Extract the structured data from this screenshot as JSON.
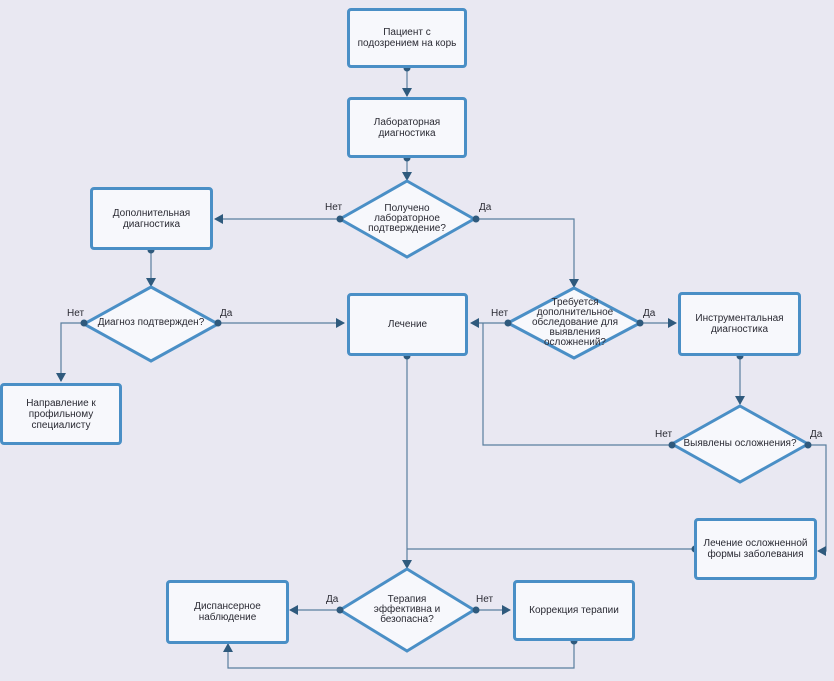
{
  "colors": {
    "stroke": "#4a8fc6",
    "line": "#5a7e9e",
    "fill": "#f7f8fc",
    "dot": "#2f5a7d",
    "background": "#e9e8f2"
  },
  "nodes": {
    "patient": "Пациент с подозрением на корь",
    "lab_diag": "Лабораторная диагностика",
    "lab_confirmed": "Получено лабораторное подтверждение?",
    "extra_diag": "Дополнительная диагностика",
    "diag_confirmed": "Диагноз подтвержден?",
    "referral": "Направление к профильному специалисту",
    "treatment": "Лечение",
    "need_extra_exam": "Требуется дополнительное обследование для выявления осложнений?",
    "instrumental_diag": "Инструментальная диагностика",
    "complications_found": "Выявлены осложнения?",
    "complicated_treatment": "Лечение осложненной формы заболевания",
    "therapy_effective": "Терапия эффективна и безопасна?",
    "dispensary": "Диспансерное наблюдение",
    "therapy_correction": "Коррекция терапии"
  },
  "edge_labels": {
    "lab_no": "Нет",
    "lab_yes": "Да",
    "diag_no": "Нет",
    "diag_yes": "Да",
    "exam_no": "Нет",
    "exam_yes": "Да",
    "compl_no": "Нет",
    "compl_yes": "Да",
    "therapy_yes": "Да",
    "therapy_no": "Нет"
  }
}
